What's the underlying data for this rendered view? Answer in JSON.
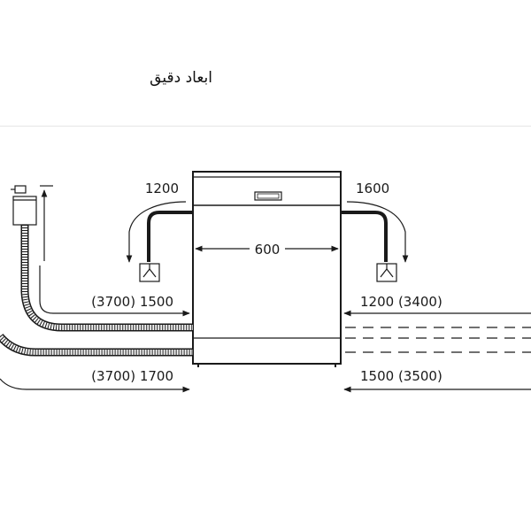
{
  "header": {
    "title": "ابعاد دقیق"
  },
  "diagram": {
    "width_label": "600",
    "left_top_label": "1200",
    "right_top_label": "1600",
    "left_mid_label": "(3700) 1500",
    "right_mid_label": "1200 (3400)",
    "left_bottom_label": "(3700) 1700",
    "right_bottom_label": "1500 (3500)"
  },
  "colors": {
    "line": "#1a1a1a",
    "hose_fill": "#f4f4f4",
    "divider": "#e6e6e6"
  },
  "icons": [
    "water-tap-icon",
    "drain-siphon-icon",
    "dishwasher-outline"
  ]
}
